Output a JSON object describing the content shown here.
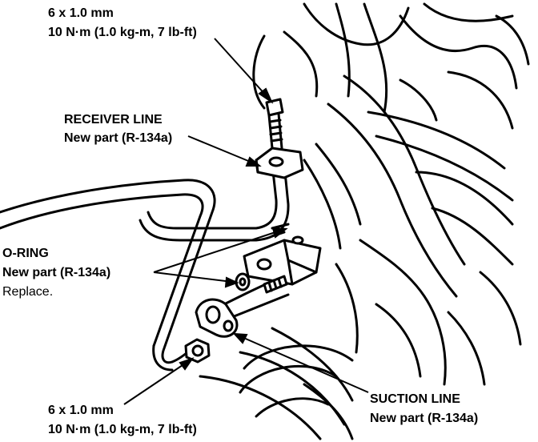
{
  "labels": {
    "top_bolt_size": "6 x 1.0 mm",
    "top_bolt_torque": "10 N·m (1.0 kg-m, 7 lb-ft)",
    "receiver_line_title": "RECEIVER LINE",
    "receiver_line_note": "New part (R-134a)",
    "oring_title": "O-RING",
    "oring_note": "New part (R-134a)",
    "oring_action": "Replace.",
    "bottom_nut_size": "6 x 1.0 mm",
    "bottom_nut_torque": "10 N·m (1.0 kg-m, 7 lb-ft)",
    "suction_line_title": "SUCTION LINE",
    "suction_line_note": "New part (R-134a)"
  }
}
